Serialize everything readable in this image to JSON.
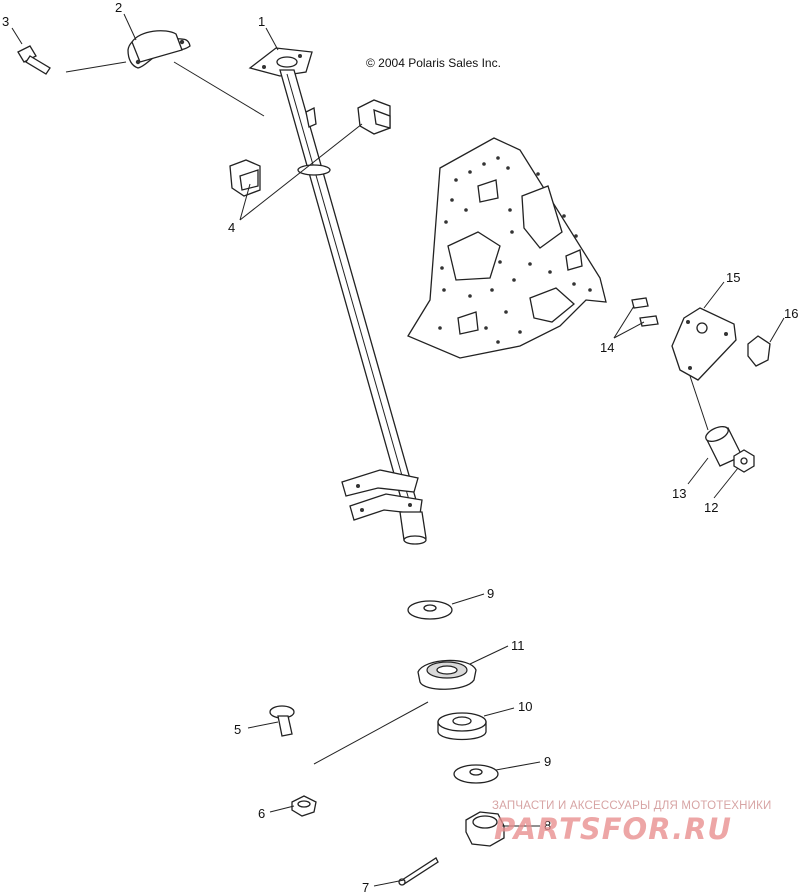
{
  "copyright": "© 2004 Polaris Sales Inc.",
  "watermark": {
    "tagline": "ЗАПЧАСТИ И АКСЕССУАРЫ ДЛЯ МОТОТЕХНИКИ",
    "brand": "PARTSFOR.RU"
  },
  "callouts": {
    "c1": "1",
    "c2": "2",
    "c3": "3",
    "c4": "4",
    "c5": "5",
    "c6": "6",
    "c7": "7",
    "c8": "8",
    "c9a": "9",
    "c9b": "9",
    "c10": "10",
    "c11": "11",
    "c12": "12",
    "c13": "13",
    "c14": "14",
    "c15": "15",
    "c16": "16"
  }
}
